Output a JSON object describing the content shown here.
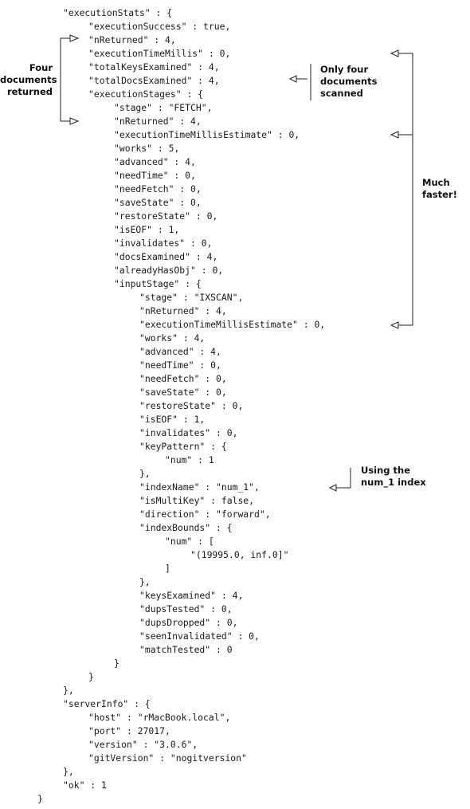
{
  "code_lines": [
    {
      "t": "\"executionStats\" : {",
      "i": 0
    },
    {
      "t": "\"executionSuccess\" : true,",
      "i": 1
    },
    {
      "t": "\"nReturned\" : 4,",
      "i": 1
    },
    {
      "t": "\"executionTimeMillis\" : 0,",
      "i": 1
    },
    {
      "t": "\"totalKeysExamined\" : 4,",
      "i": 1
    },
    {
      "t": "\"totalDocsExamined\" : 4,",
      "i": 1
    },
    {
      "t": "\"executionStages\" : {",
      "i": 1
    },
    {
      "t": "\"stage\" : \"FETCH\",",
      "i": 2
    },
    {
      "t": "\"nReturned\" : 4,",
      "i": 2
    },
    {
      "t": "\"executionTimeMillisEstimate\" : 0,",
      "i": 2
    },
    {
      "t": "\"works\" : 5,",
      "i": 2
    },
    {
      "t": "\"advanced\" : 4,",
      "i": 2
    },
    {
      "t": "\"needTime\" : 0,",
      "i": 2
    },
    {
      "t": "\"needFetch\" : 0,",
      "i": 2
    },
    {
      "t": "\"saveState\" : 0,",
      "i": 2
    },
    {
      "t": "\"restoreState\" : 0,",
      "i": 2
    },
    {
      "t": "\"isEOF\" : 1,",
      "i": 2
    },
    {
      "t": "\"invalidates\" : 0,",
      "i": 2
    },
    {
      "t": "\"docsExamined\" : 4,",
      "i": 2
    },
    {
      "t": "\"alreadyHasObj\" : 0,",
      "i": 2
    },
    {
      "t": "\"inputStage\" : {",
      "i": 2
    },
    {
      "t": "\"stage\" : \"IXSCAN\",",
      "i": 3
    },
    {
      "t": "\"nReturned\" : 4,",
      "i": 3
    },
    {
      "t": "\"executionTimeMillisEstimate\" : 0,",
      "i": 3
    },
    {
      "t": "\"works\" : 4,",
      "i": 3
    },
    {
      "t": "\"advanced\" : 4,",
      "i": 3
    },
    {
      "t": "\"needTime\" : 0,",
      "i": 3
    },
    {
      "t": "\"needFetch\" : 0,",
      "i": 3
    },
    {
      "t": "\"saveState\" : 0,",
      "i": 3
    },
    {
      "t": "\"restoreState\" : 0,",
      "i": 3
    },
    {
      "t": "\"isEOF\" : 1,",
      "i": 3
    },
    {
      "t": "\"invalidates\" : 0,",
      "i": 3
    },
    {
      "t": "\"keyPattern\" : {",
      "i": 3
    },
    {
      "t": "\"num\" : 1",
      "i": 4
    },
    {
      "t": "},",
      "i": 3
    },
    {
      "t": "\"indexName\" : \"num_1\",",
      "i": 3
    },
    {
      "t": "\"isMultiKey\" : false,",
      "i": 3
    },
    {
      "t": "\"direction\" : \"forward\",",
      "i": 3
    },
    {
      "t": "\"indexBounds\" : {",
      "i": 3
    },
    {
      "t": "\"num\" : [",
      "i": 4
    },
    {
      "t": "\"(19995.0, inf.0]\"",
      "i": 5
    },
    {
      "t": "]",
      "i": 4
    },
    {
      "t": "},",
      "i": 3
    },
    {
      "t": "\"keysExamined\" : 4,",
      "i": 3
    },
    {
      "t": "\"dupsTested\" : 0,",
      "i": 3
    },
    {
      "t": "\"dupsDropped\" : 0,",
      "i": 3
    },
    {
      "t": "\"seenInvalidated\" : 0,",
      "i": 3
    },
    {
      "t": "\"matchTested\" : 0",
      "i": 3
    },
    {
      "t": "}",
      "i": 2
    },
    {
      "t": "}",
      "i": 1
    },
    {
      "t": "},",
      "i": 0
    },
    {
      "t": "\"serverInfo\" : {",
      "i": 0
    },
    {
      "t": "\"host\" : \"rMacBook.local\",",
      "i": 1
    },
    {
      "t": "\"port\" : 27017,",
      "i": 1
    },
    {
      "t": "\"version\" : \"3.0.6\",",
      "i": 1
    },
    {
      "t": "\"gitVersion\" : \"nogitversion\"",
      "i": 1
    },
    {
      "t": "},",
      "i": 0
    },
    {
      "t": "\"ok\" : 1",
      "i": 0
    },
    {
      "t": "}",
      "i": -1
    }
  ],
  "annotations": {
    "four_docs_returned": "Four\ndocuments\nreturned",
    "only_four_scanned": "Only four\ndocuments\nscanned",
    "much_faster": "Much\nfaster!",
    "using_index": "Using the\nnum_1 index"
  }
}
